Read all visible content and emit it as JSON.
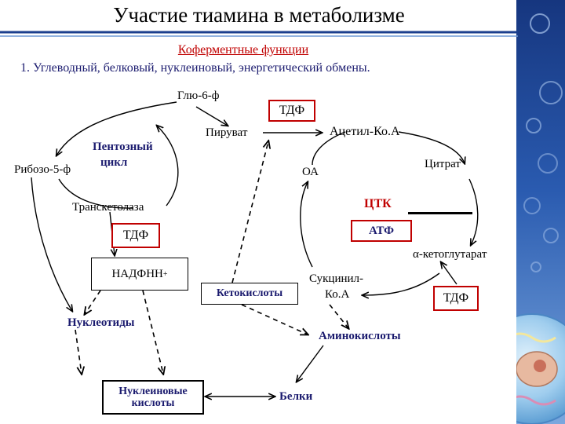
{
  "title": "Участие тиамина в метаболизме",
  "subtitle_red": "Коферментные функции",
  "subtitle_blue": "1. Углеводный, белковый, нуклеиновый, энергетический обмены.",
  "labels": {
    "glu6f": "Глю-6-ф",
    "tdf_top": "ТДФ",
    "piruvat": "Пируват",
    "acetyl": "Ацетил-Ко.А",
    "pentose_1": "Пентозный",
    "pentose_2": "цикл",
    "ribose": "Рибозо-5-ф",
    "citrat": "Цитрат",
    "oa": "ОА",
    "ctk": "ЦТК",
    "transketolase": "Транскетолаза",
    "atf": "АТФ",
    "tdf_left": "ТДФ",
    "ketoglutarate": "α-кетоглутарат",
    "nadfnh": "НАДФНН",
    "nadfnh_sup": "+",
    "ketoacids": "Кетокислоты",
    "succinyl_1": "Сукцинил-",
    "succinyl_2": "Ко.А",
    "tdf_right": "ТДФ",
    "nucleotides": "Нуклеотиды",
    "aminoacids": "Аминокислоты",
    "nucleic_1": "Нуклеиновые",
    "nucleic_2": "кислоты",
    "proteins": "Белки"
  },
  "colors": {
    "red": "#c00000",
    "blue": "#1a1a6e",
    "side_dark": "#1b3f8e",
    "side_light": "#6f9ad6",
    "cell": "#8fc3e8"
  }
}
